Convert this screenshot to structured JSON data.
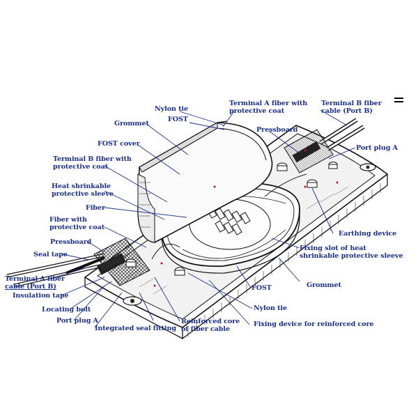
{
  "labels": {
    "nylon_tie_top": "Nylon tie",
    "fost_top": "FOST",
    "grommet_top": "Grommet",
    "fost_cover": "FOST cover",
    "terminal_a_fiber_coat": [
      "Terminal A fiber with",
      "protective coat"
    ],
    "terminal_b_fiber_cable": [
      "Terminal B fiber",
      "cable (Port B)"
    ],
    "pressboard_top": "Pressboard",
    "port_plug_a_right": "Port plug A",
    "terminal_b_fiber_coat": [
      "Terminal B fiber with",
      "protective coat"
    ],
    "heat_shrinkable_sleeve": [
      "Heat shrinkable",
      "protective sleeve"
    ],
    "fiber": "Fiber",
    "fiber_with_coat": [
      "Fiber with",
      "protective coat"
    ],
    "pressboard_left": "Pressboard",
    "seal_tape": "Seal tape",
    "terminal_a_fiber_cable": [
      "Terminal A fiber",
      "cable (Port B)"
    ],
    "insulation_tape": "Insulation tape",
    "locating_bolt": "Locating bolt",
    "port_plug_a_left": "Port plug A",
    "integrated_seal_fitting": "Integrated seal fitting",
    "reinforced_core": [
      "Reinforced core",
      "of fiber cable"
    ],
    "earthing_device": "Earthing device",
    "fixing_slot": [
      "Fixing slot of heat",
      "shrinkable protective sleeve"
    ],
    "fost_bottom": "FOST",
    "grommet_bottom": "Grommet",
    "nylon_tie_bottom": "Nylon tie",
    "fixing_device_reinforced": "Fixing device for reinforced core"
  }
}
